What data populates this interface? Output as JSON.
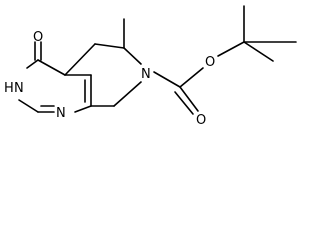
{
  "molecule": {
    "atoms": {
      "carbonyl_oxygen": "O",
      "n3_h": "H",
      "n3": "N",
      "n1": "N",
      "n7": "N",
      "ester_oxygen_top": "O",
      "ester_oxygen_bottom": "O"
    }
  },
  "colors": {
    "bond": "#000000",
    "label": "#000000",
    "background": "#ffffff"
  }
}
